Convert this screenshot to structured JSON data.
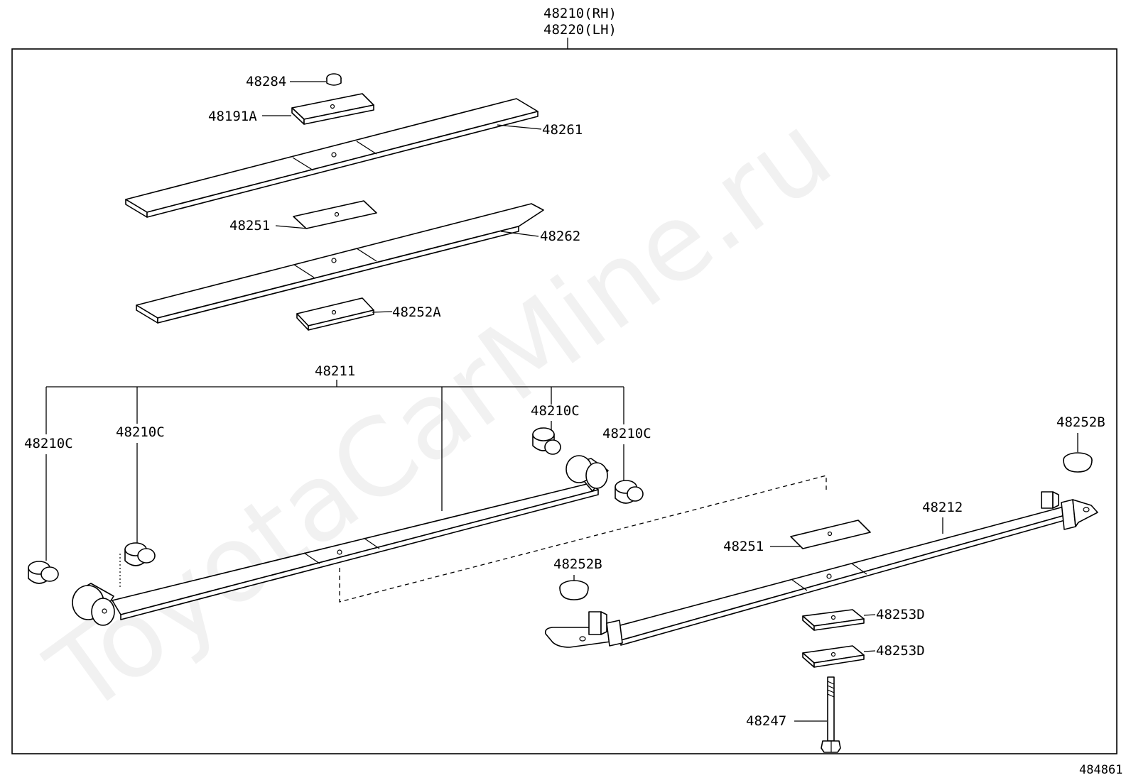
{
  "diagram": {
    "assembly_rh": "48210(RH)",
    "assembly_lh": "48220(LH)",
    "figure_number": "484861",
    "watermark": "ToyotaCarMine.ru"
  },
  "callouts": [
    {
      "id": "c-48284",
      "text": "48284"
    },
    {
      "id": "c-48191a",
      "text": "48191A"
    },
    {
      "id": "c-48261",
      "text": "48261"
    },
    {
      "id": "c-48251-top",
      "text": "48251"
    },
    {
      "id": "c-48262",
      "text": "48262"
    },
    {
      "id": "c-48252a",
      "text": "48252A"
    },
    {
      "id": "c-48211",
      "text": "48211"
    },
    {
      "id": "c-48210c-1",
      "text": "48210C"
    },
    {
      "id": "c-48210c-2",
      "text": "48210C"
    },
    {
      "id": "c-48210c-3",
      "text": "48210C"
    },
    {
      "id": "c-48210c-4",
      "text": "48210C"
    },
    {
      "id": "c-48252b-right",
      "text": "48252B"
    },
    {
      "id": "c-48212",
      "text": "48212"
    },
    {
      "id": "c-48251-bottom",
      "text": "48251"
    },
    {
      "id": "c-48252b-left",
      "text": "48252B"
    },
    {
      "id": "c-48253d-1",
      "text": "48253D"
    },
    {
      "id": "c-48253d-2",
      "text": "48253D"
    },
    {
      "id": "c-48247",
      "text": "48247"
    }
  ]
}
